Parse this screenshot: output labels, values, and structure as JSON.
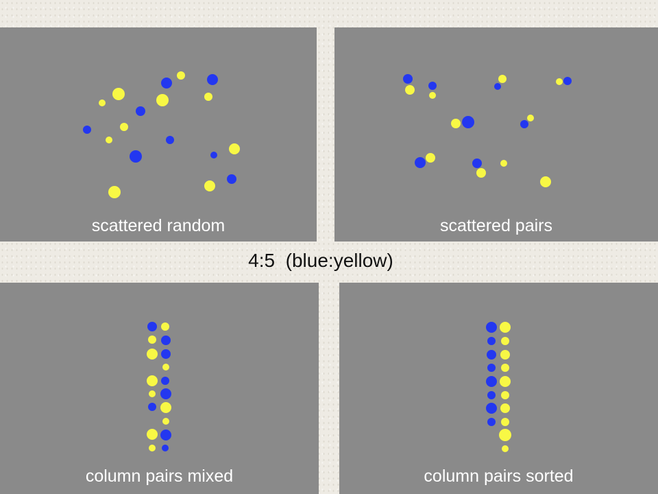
{
  "ratio_label": "4:5  (blue:yellow)",
  "colors": {
    "blue": "#2337f0",
    "yellow": "#f8f845",
    "panel": "#8a8a8a"
  },
  "panels": {
    "scattered_random": {
      "caption": "scattered random",
      "blue": [
        [
          243,
          121,
          8
        ],
        [
          310,
          116,
          8
        ],
        [
          205,
          162,
          7
        ],
        [
          127,
          189,
          6
        ],
        [
          248,
          204,
          6
        ],
        [
          198,
          228,
          9
        ],
        [
          312,
          226,
          5
        ],
        [
          338,
          261,
          7
        ]
      ],
      "yellow": [
        [
          264,
          110,
          6
        ],
        [
          173,
          137,
          9
        ],
        [
          149,
          150,
          5
        ],
        [
          237,
          146,
          9
        ],
        [
          304,
          141,
          6
        ],
        [
          181,
          185,
          6
        ],
        [
          159,
          204,
          5
        ],
        [
          342,
          217,
          8
        ],
        [
          306,
          271,
          8
        ],
        [
          167,
          280,
          9
        ]
      ]
    },
    "scattered_pairs": {
      "caption": "scattered pairs",
      "blue": [
        [
          595,
          115,
          7
        ],
        [
          631,
          125,
          6
        ],
        [
          726,
          126,
          5
        ],
        [
          828,
          118,
          6
        ],
        [
          683,
          178,
          9
        ],
        [
          765,
          181,
          6
        ],
        [
          613,
          237,
          8
        ],
        [
          696,
          238,
          7
        ]
      ],
      "yellow": [
        [
          598,
          131,
          7
        ],
        [
          631,
          139,
          5
        ],
        [
          733,
          115,
          6
        ],
        [
          816,
          119,
          5
        ],
        [
          665,
          180,
          7
        ],
        [
          774,
          172,
          5
        ],
        [
          628,
          230,
          7
        ],
        [
          702,
          252,
          7
        ],
        [
          735,
          238,
          5
        ],
        [
          796,
          265,
          8
        ]
      ]
    },
    "column_pairs_mixed": {
      "caption": "column pairs mixed",
      "blue": [
        [
          222,
          476,
          7
        ],
        [
          242,
          496,
          7
        ],
        [
          242,
          516,
          7
        ],
        [
          241,
          555,
          6
        ],
        [
          242,
          574,
          8
        ],
        [
          222,
          593,
          6
        ],
        [
          242,
          634,
          8
        ],
        [
          241,
          653,
          5
        ]
      ],
      "yellow": [
        [
          241,
          476,
          6
        ],
        [
          222,
          495,
          6
        ],
        [
          222,
          516,
          8
        ],
        [
          242,
          535,
          5
        ],
        [
          222,
          555,
          8
        ],
        [
          222,
          574,
          5
        ],
        [
          242,
          594,
          8
        ],
        [
          242,
          614,
          5
        ],
        [
          222,
          633,
          8
        ],
        [
          222,
          653,
          5
        ]
      ]
    },
    "column_pairs_sorted": {
      "caption": "column pairs sorted",
      "blue": [
        [
          717,
          477,
          8
        ],
        [
          717,
          497,
          6
        ],
        [
          717,
          517,
          7
        ],
        [
          717,
          536,
          6
        ],
        [
          717,
          556,
          8
        ],
        [
          717,
          576,
          6
        ],
        [
          717,
          595,
          8
        ],
        [
          717,
          615,
          6
        ]
      ],
      "yellow": [
        [
          737,
          477,
          8
        ],
        [
          737,
          497,
          6
        ],
        [
          737,
          517,
          7
        ],
        [
          737,
          536,
          6
        ],
        [
          737,
          556,
          8
        ],
        [
          737,
          576,
          6
        ],
        [
          737,
          595,
          7
        ],
        [
          737,
          615,
          6
        ],
        [
          737,
          634,
          9
        ],
        [
          737,
          654,
          5
        ]
      ]
    }
  }
}
